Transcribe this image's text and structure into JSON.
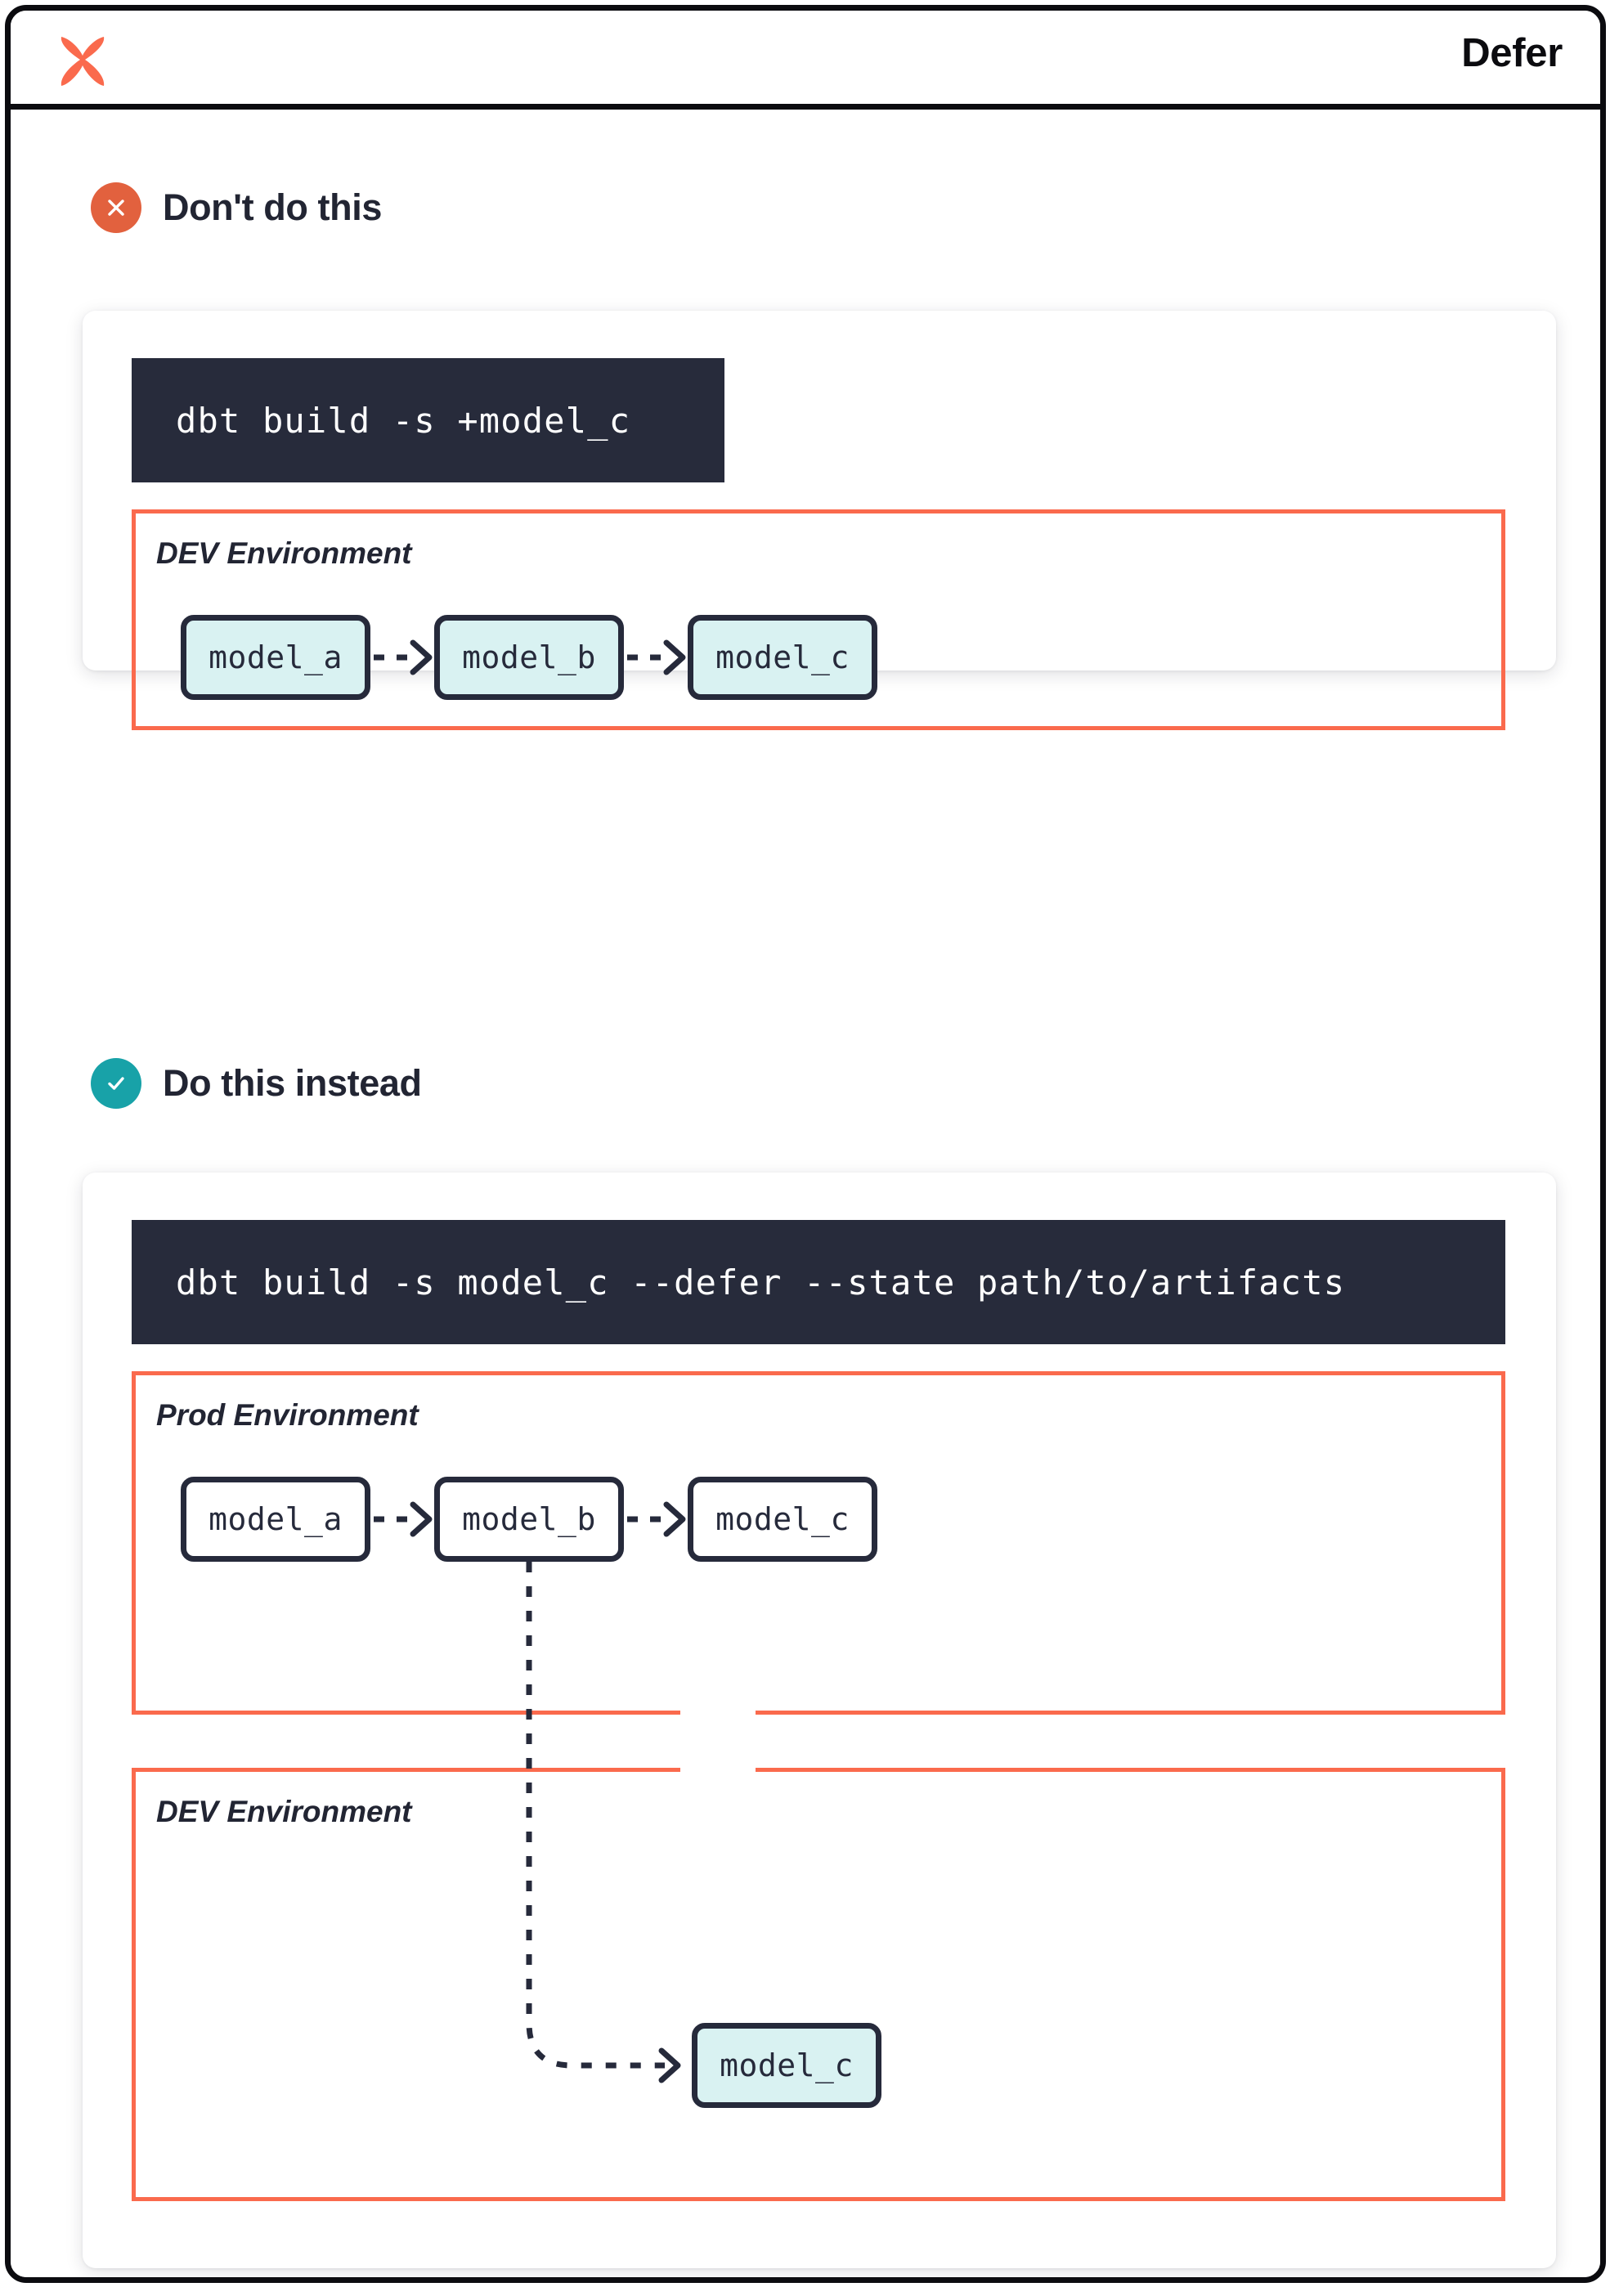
{
  "window": {
    "title": "Defer",
    "logo_icon": "dbt-logo-icon"
  },
  "colors": {
    "brand_orange": "#fa6a4d",
    "badge_bad": "#e2613e",
    "badge_good": "#18a2a8",
    "code_bg": "#272b3b",
    "node_fill": "#d9f2f2",
    "node_border": "#262a3b",
    "ink": "#222533"
  },
  "sections": [
    {
      "key": "dont",
      "badge_icon": "x-circle-icon",
      "title": "Don't do this",
      "command": "dbt build -s +model_c",
      "environments": [
        {
          "label": "DEV Environment",
          "models": [
            {
              "name": "model_a",
              "filled": true
            },
            {
              "name": "model_b",
              "filled": true
            },
            {
              "name": "model_c",
              "filled": true
            }
          ]
        }
      ]
    },
    {
      "key": "do",
      "badge_icon": "check-circle-icon",
      "title": "Do this instead",
      "command": "dbt build -s model_c --defer --state path/to/artifacts",
      "environments": [
        {
          "label": "Prod Environment",
          "models": [
            {
              "name": "model_a",
              "filled": false
            },
            {
              "name": "model_b",
              "filled": false
            },
            {
              "name": "model_c",
              "filled": false
            }
          ]
        },
        {
          "label": "DEV Environment",
          "models": [
            {
              "name": "model_c",
              "filled": true
            }
          ]
        }
      ]
    }
  ]
}
